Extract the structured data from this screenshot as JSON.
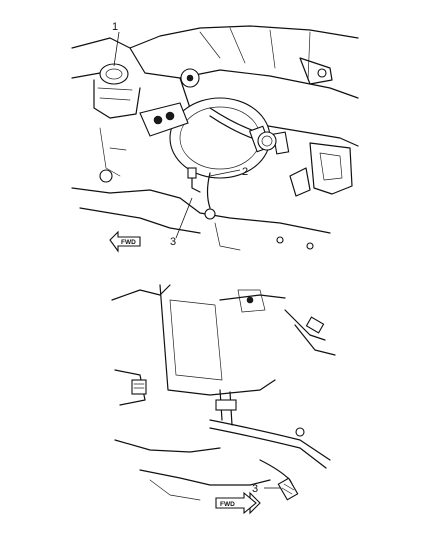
{
  "figure": {
    "top_view": {
      "callouts": [
        "1",
        "2",
        "3"
      ],
      "direction_label": "FWD"
    },
    "bottom_view": {
      "callouts": [
        "3"
      ],
      "direction_label": "FWD"
    }
  }
}
